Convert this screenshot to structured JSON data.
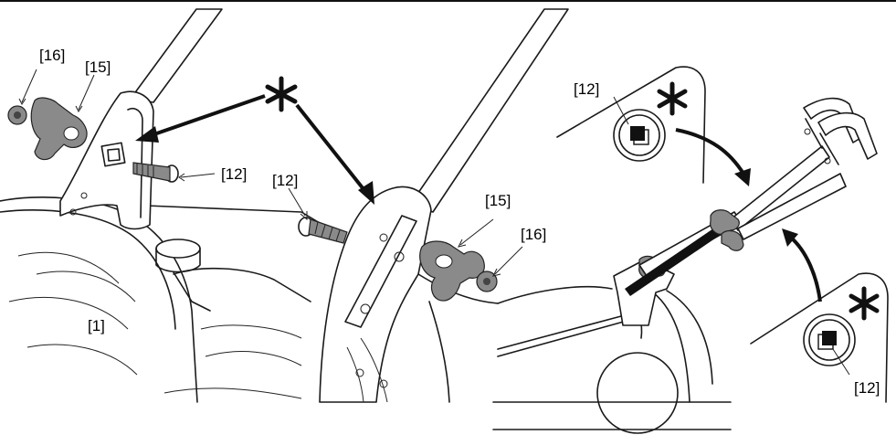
{
  "callouts": {
    "c16_left": "[16]",
    "c15_left": "[15]",
    "c12_bolt_upper": "[12]",
    "c12_bolt_lower": "[12]",
    "c15_right": "[15]",
    "c16_right": "[16]",
    "c1_body": "[1]",
    "c12_detail_top": "[12]",
    "c12_detail_bottom": "[12]"
  },
  "symbols": {
    "marker": "asterisk-marker"
  }
}
